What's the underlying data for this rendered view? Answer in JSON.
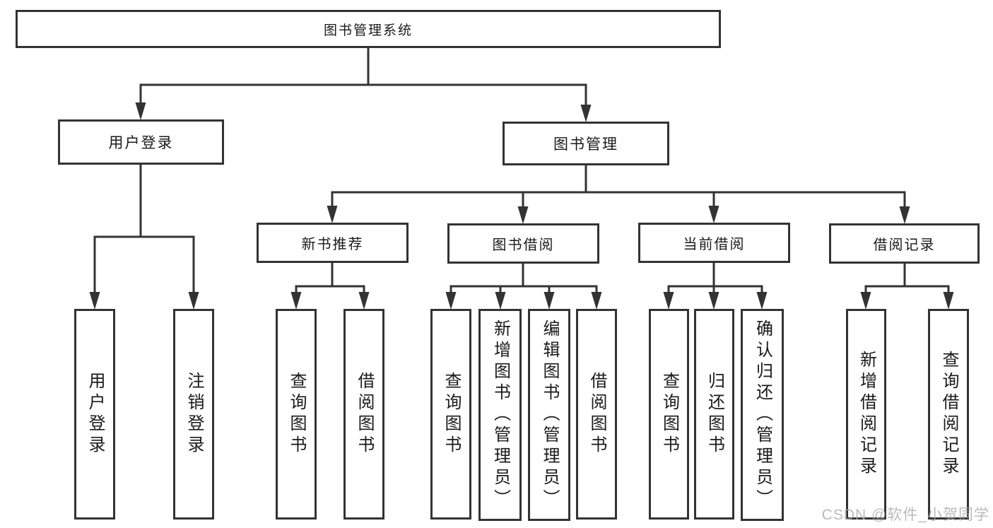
{
  "diagram": {
    "type": "hierarchy-tree",
    "tree": {
      "label": "图书管理系统",
      "children": [
        {
          "label": "用户登录",
          "children": [
            {
              "label": "用户登录"
            },
            {
              "label": "注销登录"
            }
          ]
        },
        {
          "label": "图书管理",
          "children": [
            {
              "label": "新书推荐",
              "children": [
                {
                  "label": "查询图书"
                },
                {
                  "label": "借阅图书"
                }
              ]
            },
            {
              "label": "图书借阅",
              "children": [
                {
                  "label": "查询图书"
                },
                {
                  "label": "新增图书（管理员）"
                },
                {
                  "label": "编辑图书（管理员）"
                },
                {
                  "label": "借阅图书"
                }
              ]
            },
            {
              "label": "当前借阅",
              "children": [
                {
                  "label": "查询图书"
                },
                {
                  "label": "归还图书"
                },
                {
                  "label": "确认归还（管理员）"
                }
              ]
            },
            {
              "label": "借阅记录",
              "children": [
                {
                  "label": "新增借阅记录"
                },
                {
                  "label": "查询借阅记录"
                }
              ]
            }
          ]
        }
      ]
    },
    "colors": {
      "line": "#333333",
      "box_border": "#333333",
      "box_fill": "#ffffff",
      "text": "#1a1a1a",
      "watermark": "#aaaaaa"
    }
  },
  "watermark": {
    "text": "CSDN @软件_小贺同学"
  }
}
